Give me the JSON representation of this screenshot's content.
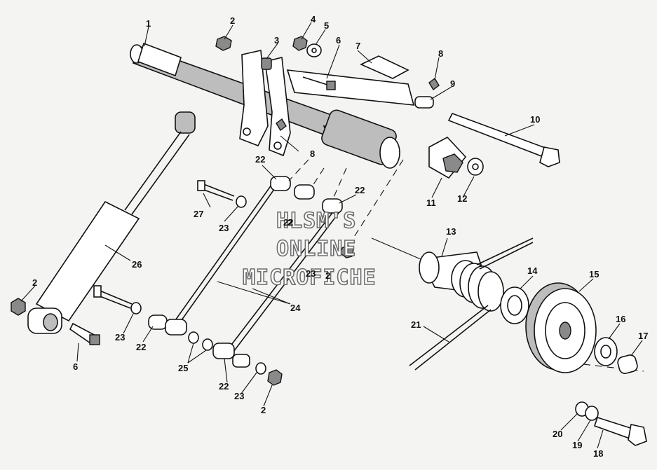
{
  "watermark": {
    "line1": "HLSM'S",
    "line2": "ONLINE",
    "line3": "MICROFICHE"
  },
  "callouts": [
    "1",
    "2",
    "3",
    "4",
    "5",
    "6",
    "7",
    "8",
    "8",
    "9",
    "10",
    "11",
    "12",
    "13",
    "14",
    "15",
    "16",
    "17",
    "18",
    "19",
    "20",
    "21",
    "22",
    "22",
    "22",
    "22",
    "22",
    "23",
    "23",
    "23",
    "23",
    "24",
    "25",
    "26",
    "27",
    "2",
    "2",
    "2",
    "2",
    "6"
  ]
}
